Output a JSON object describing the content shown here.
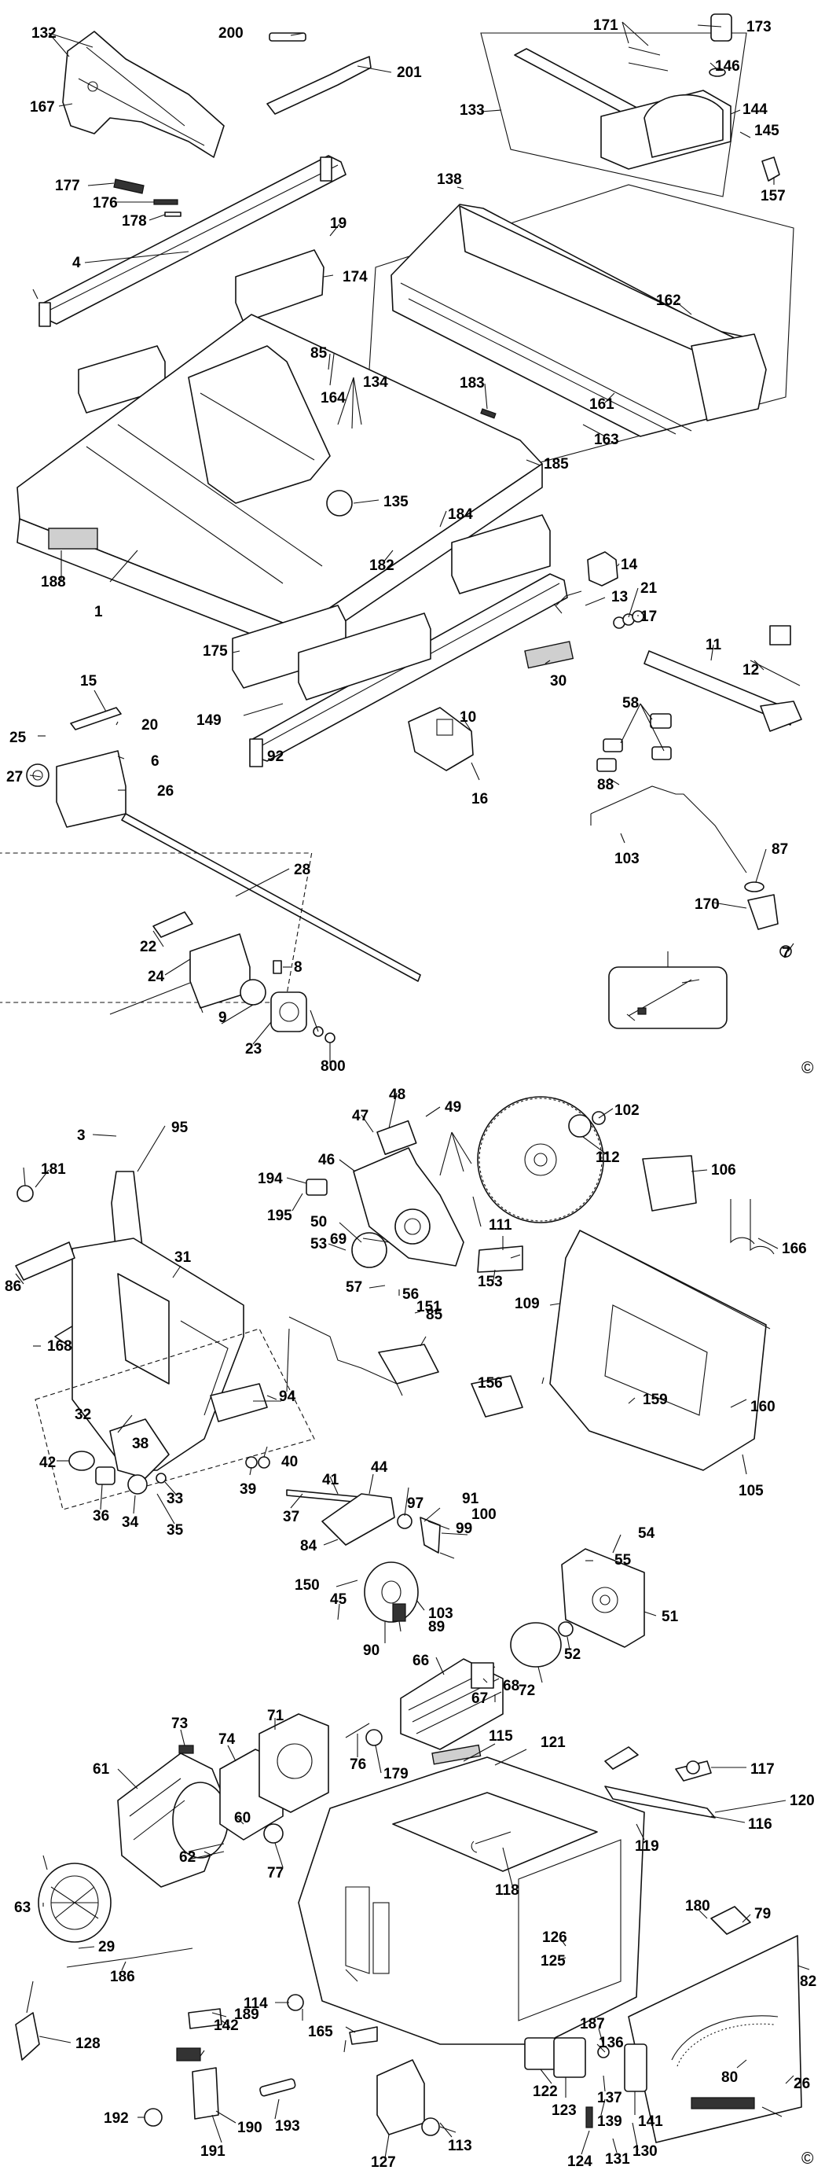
{
  "copyright_symbol": "©",
  "parts_top": [
    "132",
    "167",
    "200",
    "201",
    "171",
    "173",
    "146",
    "133",
    "144",
    "145",
    "157",
    "177",
    "176",
    "178",
    "4",
    "19",
    "174",
    "138",
    "162",
    "161",
    "163",
    "85",
    "134",
    "164",
    "183",
    "185",
    "135",
    "188",
    "1",
    "182",
    "184",
    "14",
    "13",
    "21",
    "17",
    "175",
    "30",
    "11",
    "12",
    "149",
    "10",
    "16",
    "15",
    "20",
    "25",
    "6",
    "27",
    "26",
    "92",
    "58",
    "88",
    "103",
    "87",
    "170",
    "7",
    "28",
    "22",
    "24",
    "8",
    "9",
    "23",
    "800"
  ],
  "parts_bottom": [
    "95",
    "3",
    "181",
    "48",
    "49",
    "47",
    "46",
    "194",
    "195",
    "50",
    "69",
    "53",
    "57",
    "56",
    "102",
    "112",
    "106",
    "111",
    "153",
    "166",
    "31",
    "86",
    "168",
    "94",
    "151",
    "85",
    "109",
    "156",
    "159",
    "160",
    "105",
    "32",
    "42",
    "36",
    "34",
    "35",
    "33",
    "38",
    "39",
    "40",
    "41",
    "37",
    "44",
    "97",
    "91",
    "100",
    "99",
    "84",
    "150",
    "45",
    "89",
    "90",
    "103",
    "54",
    "55",
    "51",
    "52",
    "72",
    "66",
    "67",
    "68",
    "179",
    "61",
    "73",
    "74",
    "71",
    "76",
    "115",
    "121",
    "117",
    "120",
    "116",
    "119",
    "118",
    "60",
    "62",
    "77",
    "63",
    "29",
    "186",
    "128",
    "180",
    "79",
    "126",
    "125",
    "82",
    "114",
    "142",
    "189",
    "165",
    "187",
    "136",
    "122",
    "123",
    "137",
    "139",
    "141",
    "80",
    "26",
    "193",
    "192",
    "191",
    "190",
    "127",
    "113",
    "124",
    "131",
    "130"
  ]
}
